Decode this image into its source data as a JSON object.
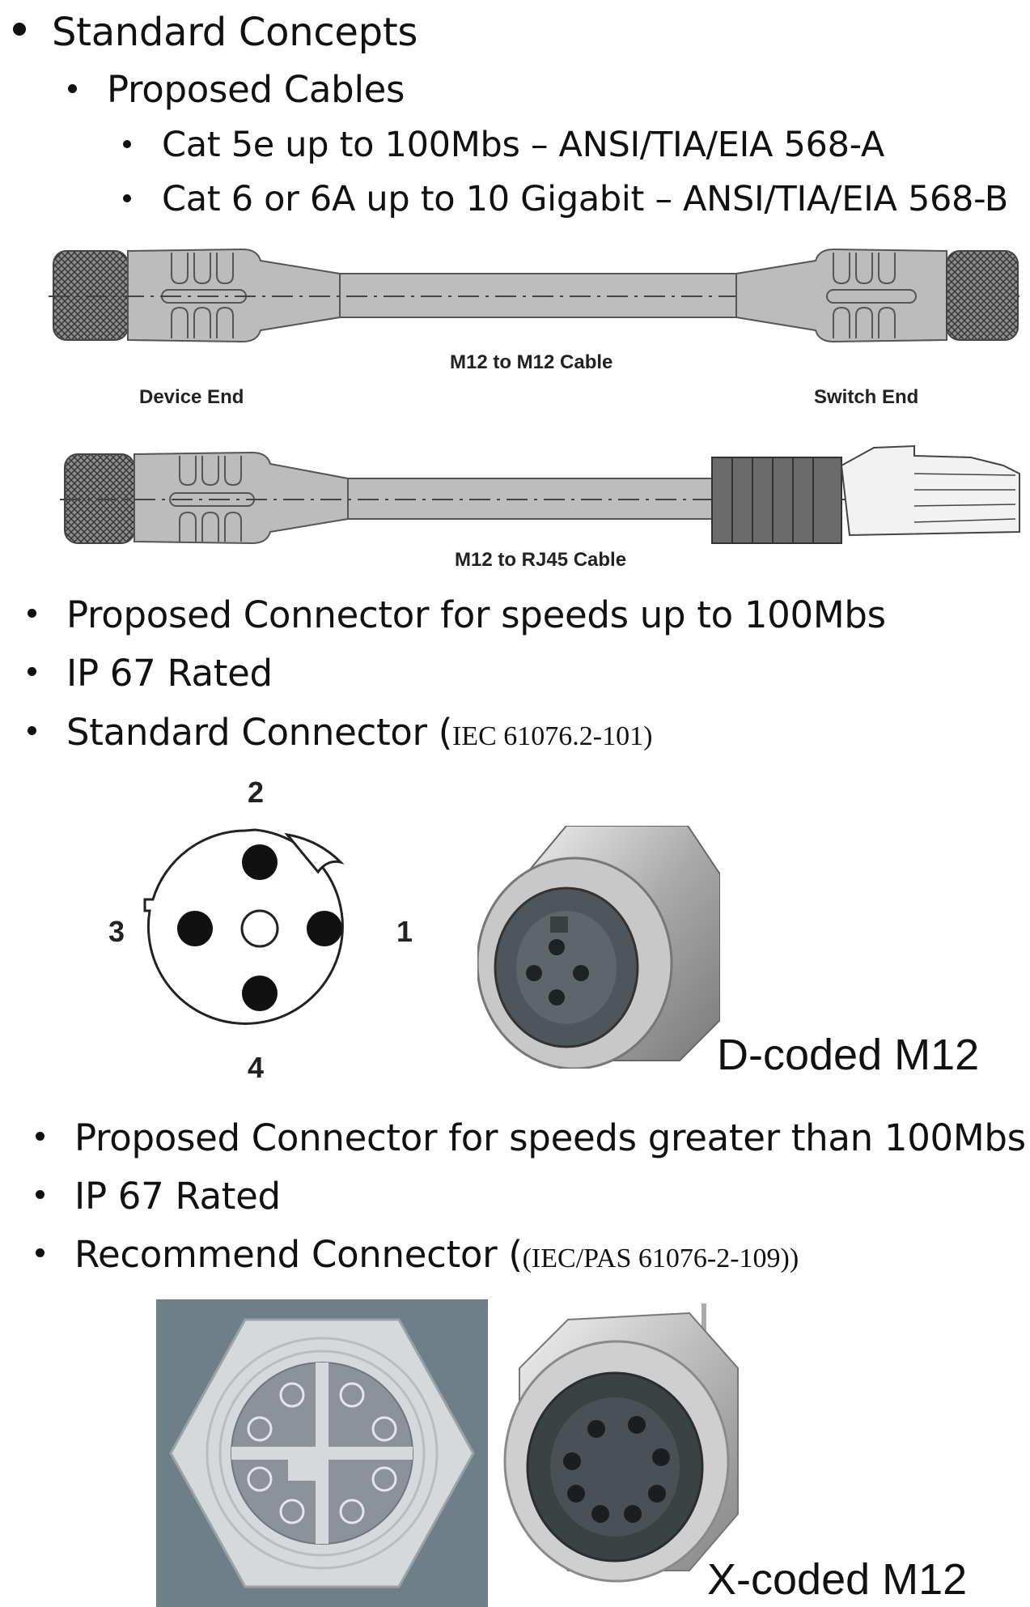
{
  "bullets_top": {
    "l1": "Standard Concepts",
    "l2": "Proposed Cables",
    "l3a": "Cat 5e  up to 100Mbs – ANSI/TIA/EIA 568-A",
    "l3b": "Cat 6 or 6A up to 10 Gigabit – ANSI/TIA/EIA 568-B"
  },
  "cables": {
    "m12_caption": "M12 to M12 Cable",
    "device_end": "Device End",
    "switch_end": "Switch End",
    "rj45_caption": "M12 to RJ45 Cable"
  },
  "dcoded_section": {
    "b1": "Proposed Connector for speeds up to 100Mbs",
    "b2": "IP 67 Rated",
    "b3_main": "Standard Connector (",
    "b3_ref": "IEC 61076.2-101)",
    "pin_labels": [
      "1",
      "2",
      "3",
      "4"
    ],
    "caption": "D-coded M12"
  },
  "xcoded_section": {
    "b1": "Proposed Connector for speeds greater than 100Mbs",
    "b2": "IP 67 Rated",
    "b3_main": "Recommend Connector (",
    "b3_ref": "(IEC/PAS 61076-2-109))",
    "caption": "X-coded M12"
  }
}
